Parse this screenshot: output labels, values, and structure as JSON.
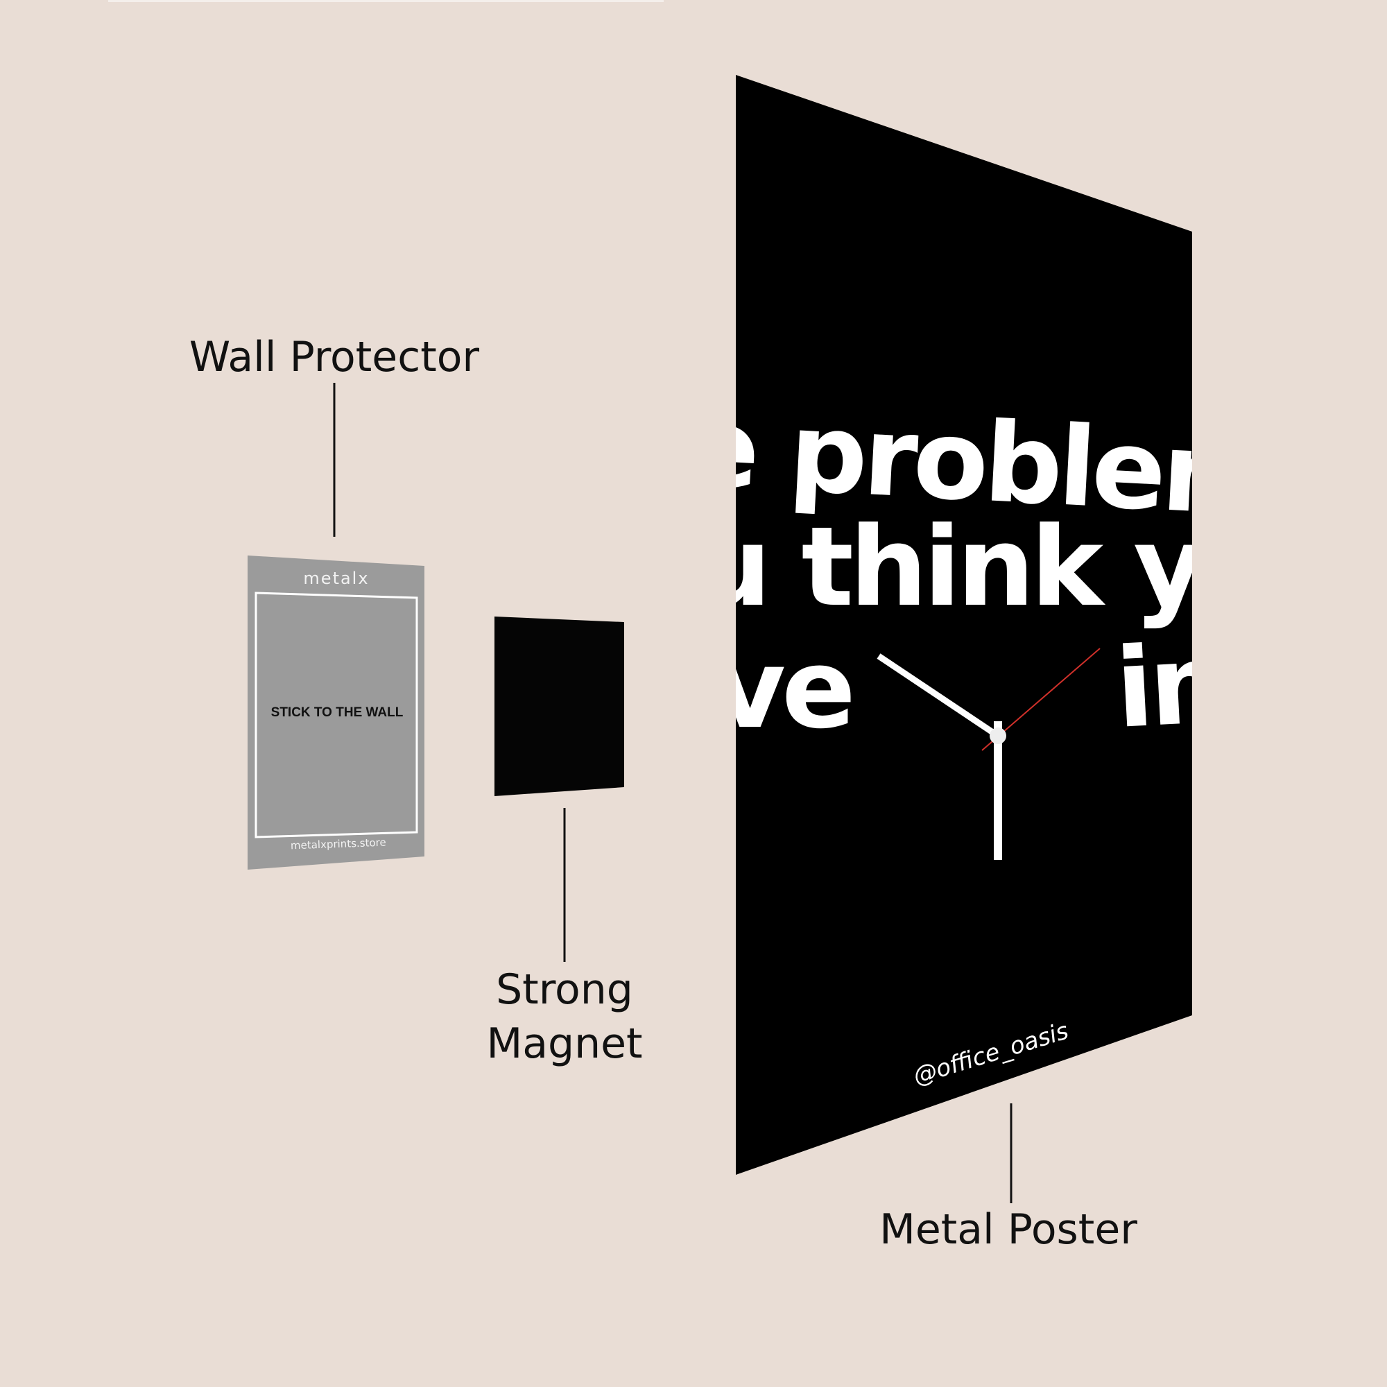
{
  "labels": {
    "wall_protector": "Wall Protector",
    "strong_magnet_line1": "Strong",
    "strong_magnet_line2": "Magnet",
    "metal_poster": "Metal Poster"
  },
  "wall_protector": {
    "brand": "metalx",
    "instruction": "STICK TO THE WALL",
    "website": "metalxprints.store"
  },
  "poster": {
    "line1": "e problem",
    "line2": "u think yo",
    "line3_left": "ve",
    "line3_right": "im",
    "handle": "@office_oasis"
  },
  "colors": {
    "background": "#e9ddd5",
    "protector": "#9b9b9b",
    "poster": "#000000",
    "second_hand": "#d0302a"
  }
}
